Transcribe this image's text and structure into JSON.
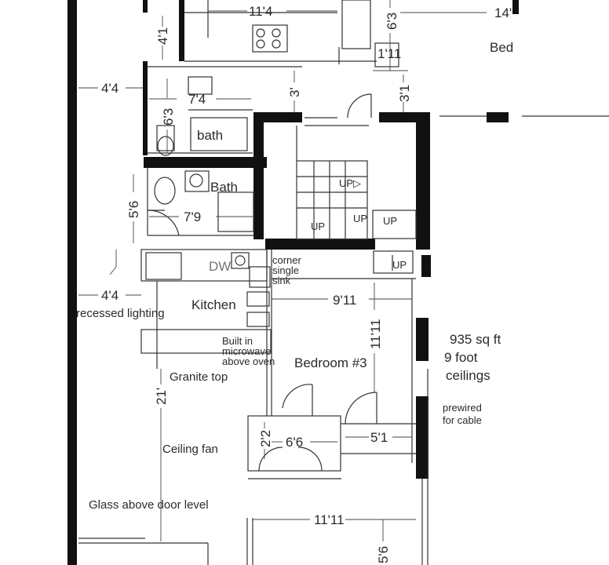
{
  "rooms": {
    "bed_partial": "Bed",
    "bath_upper": "bath",
    "bath_lower": "Bath",
    "kitchen": "Kitchen",
    "bedroom3": "Bedroom #3",
    "dw": "DW"
  },
  "dimensions": {
    "d_11_4": "11'4",
    "d_6_3_top": "6'3",
    "d_14": "14'",
    "d_4_1": "4'1",
    "d_1_11": "1'11",
    "d_4_4_top": "4'4",
    "d_7_4": "7'4",
    "d_3": "3'",
    "d_3_1": "3'1",
    "d_6_3_bath": "6'3",
    "d_5_6_left": "5'6",
    "d_7_9": "7'9",
    "d_4_4_kitchen": "4'4",
    "d_9_11": "9'11",
    "d_11_11_vert": "11'11",
    "d_21": "21'",
    "d_2_2": "2'2",
    "d_6_6": "6'6",
    "d_5_1": "5'1",
    "d_11_11_bottom": "11'11",
    "d_5_6_bottom": "5'6"
  },
  "stairs": {
    "up1": "UP",
    "up2": "UP",
    "up3": "UP",
    "up4": "UP",
    "up_arrow": "UP▷"
  },
  "notes": {
    "corner_sink_1": "corner",
    "corner_sink_2": "single",
    "corner_sink_3": "sink",
    "recessed": "recessed lighting",
    "microwave_1": "Built in",
    "microwave_2": "microwave",
    "microwave_3": "above oven",
    "granite": "Granite top",
    "ceiling_fan": "Ceiling fan",
    "glass": "Glass above door level",
    "sqft": "935 sq ft",
    "ceiling_1": "9 foot",
    "ceiling_2": "ceilings",
    "cable_1": "prewired",
    "cable_2": "for cable"
  }
}
